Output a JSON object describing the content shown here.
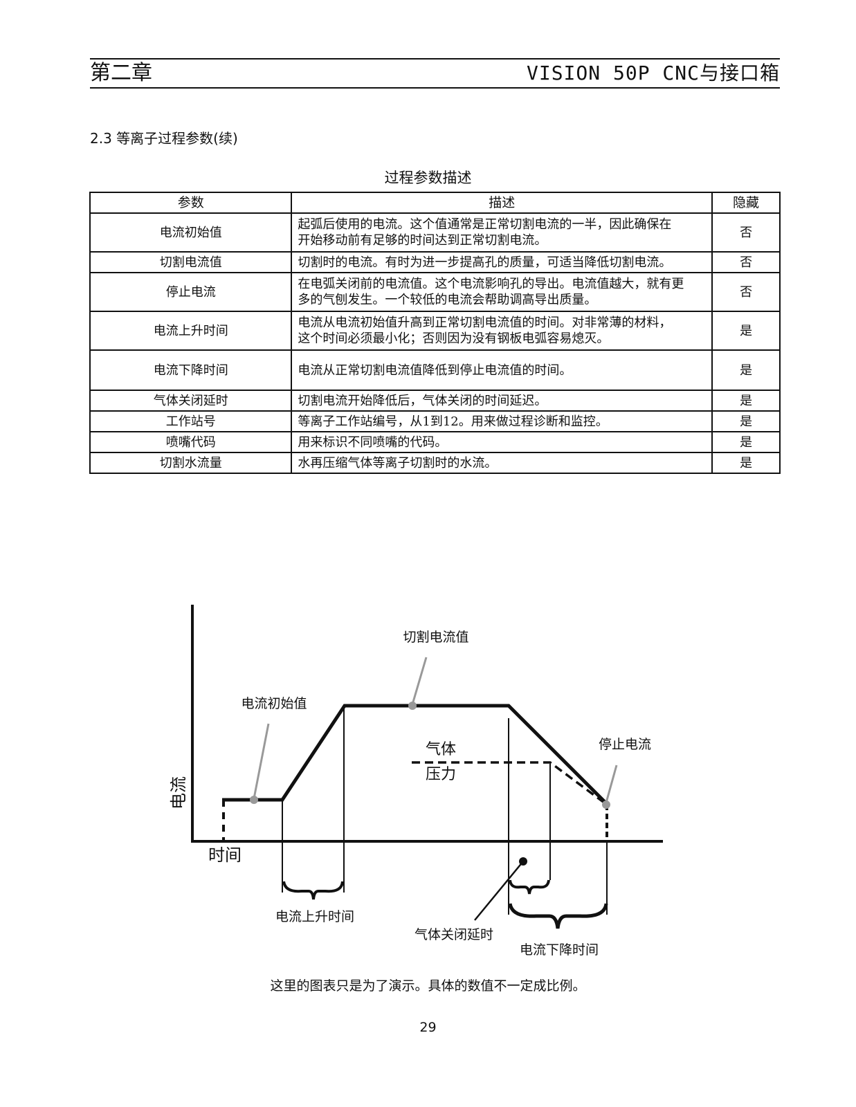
{
  "header": {
    "chapter": "第二章",
    "title": "VISION 50P CNC与接口箱"
  },
  "section": {
    "heading": "2.3 等离子过程参数(续)"
  },
  "table": {
    "caption": "过程参数描述",
    "headers": {
      "param": "参数",
      "description": "描述",
      "hidden": "隐藏"
    },
    "rows": [
      {
        "param": "电流初始值",
        "line1": "起弧后使用的电流。这个值通常是正常切割电流的一半，因此确保在",
        "line2": "开始移动前有足够的时间达到正常切割电流。",
        "hidden": "否"
      },
      {
        "param": "切割电流值",
        "line1": "切割时的电流。有时为进一步提高孔的质量，可适当降低切割电流。",
        "line2": "",
        "hidden": "否"
      },
      {
        "param": "停止电流",
        "line1": "在电弧关闭前的电流值。这个电流影响孔的导出。电流值越大，就有更",
        "line2": "多的气刨发生。一个较低的电流会帮助调高导出质量。",
        "hidden": "否"
      },
      {
        "param": "电流上升时间",
        "line1": "电流从电流初始值升高到正常切割电流值的时间。对非常薄的材料，",
        "line2": "这个时间必须最小化；否则因为没有钢板电弧容易熄灭。",
        "hidden": "是"
      },
      {
        "param": "电流下降时间",
        "line1": "电流从正常切割电流值降低到停止电流值的时间。",
        "line2": "",
        "hidden": "是"
      },
      {
        "param": "气体关闭延时",
        "line1": "切割电流开始降低后，气体关闭的时间延迟。",
        "line2": "",
        "hidden": "是"
      },
      {
        "param": "工作站号",
        "line1": "等离子工作站编号，从1到12。用来做过程诊断和监控。",
        "line2": "",
        "hidden": "是"
      },
      {
        "param": "喷嘴代码",
        "line1": "用来标识不同喷嘴的代码。",
        "line2": "",
        "hidden": "是"
      },
      {
        "param": "切割水流量",
        "line1": "水再压缩气体等离子切割时的水流。",
        "line2": "",
        "hidden": "是"
      }
    ]
  },
  "figure": {
    "y_axis_label": "电流",
    "x_axis_label": "时间",
    "labels": {
      "cut_current": "切割电流值",
      "initial_current": "电流初始值",
      "gas_pressure_line1": "气体",
      "gas_pressure_line2": "压力",
      "stop_current": "停止电流",
      "ramp_up_time": "电流上升时间",
      "gas_off_delay": "气体关闭延时",
      "ramp_down_time": "电流下降时间"
    }
  },
  "note": "这里的图表只是为了演示。具体的数值不一定成比例。",
  "page_number": "29"
}
